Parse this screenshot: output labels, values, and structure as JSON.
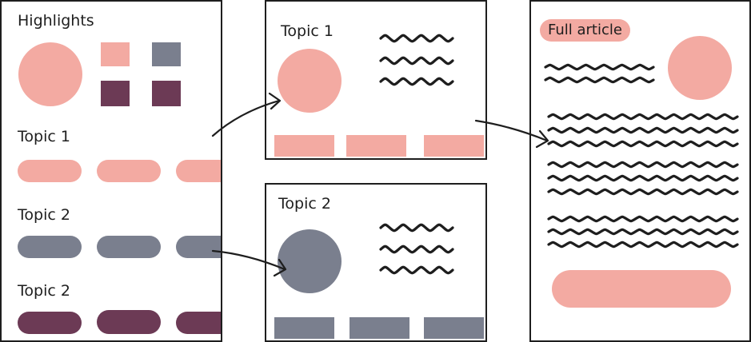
{
  "colors": {
    "salmon": "#f3aaa2",
    "slate": "#7a7f8e",
    "plum": "#6c3a55",
    "ink": "#1e1e1e"
  },
  "overview": {
    "title": "Highlights",
    "section_1": "Topic 1",
    "section_2": "Topic 2",
    "section_3": "Topic 2"
  },
  "topic1_card": {
    "title": "Topic 1"
  },
  "topic2_card": {
    "title": "Topic 2"
  },
  "article": {
    "tag": "Full article"
  },
  "icons": [
    "arrow-icon",
    "squiggle-text-icon"
  ]
}
